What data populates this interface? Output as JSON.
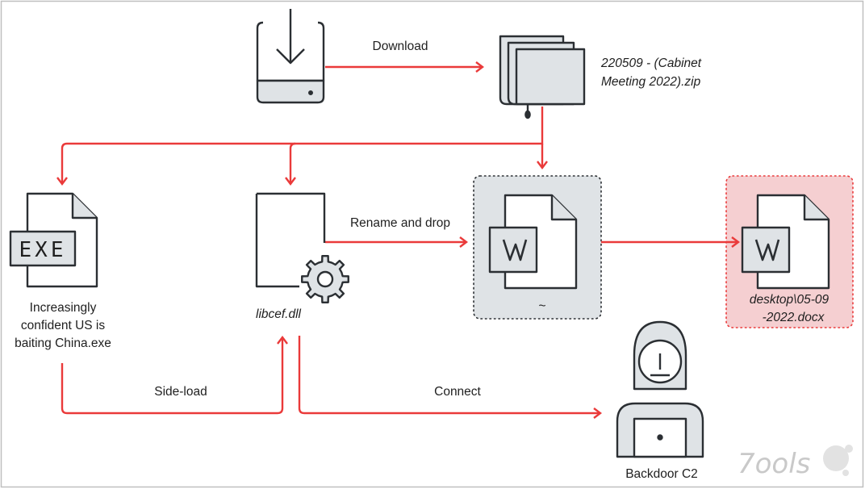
{
  "colors": {
    "arrow": "#ea3a3a",
    "stroke": "#2b2f33",
    "icon_fill": "#dfe3e6",
    "box_gray": "#dfe3e6",
    "box_red": "#f5cfd1",
    "watermark": "#c9c9c9"
  },
  "icons": {
    "download": "download-tablet-icon",
    "zip": "zip-archive-icon",
    "exe": "exe-file-icon",
    "dll": "dll-gear-file-icon",
    "doc": "document-w-icon",
    "c2": "hacker-laptop-icon"
  },
  "labels": {
    "download": "Download",
    "rename_drop": "Rename and drop",
    "side_load": "Side-load",
    "connect": "Connect"
  },
  "nodes": {
    "zip": {
      "line1": "220509 - (Cabinet",
      "line2": "Meeting 2022).zip"
    },
    "exe": {
      "line1": "Increasingly",
      "line2": "confident US is",
      "line3": "baiting China.exe"
    },
    "dll": {
      "label": "libcef.dll"
    },
    "tilde": {
      "label": "~"
    },
    "docx": {
      "line1": "desktop\\05-09",
      "line2": "-2022.docx"
    },
    "c2": {
      "label": "Backdoor C2"
    }
  },
  "watermark": "7ools",
  "exe_text": "EXE"
}
